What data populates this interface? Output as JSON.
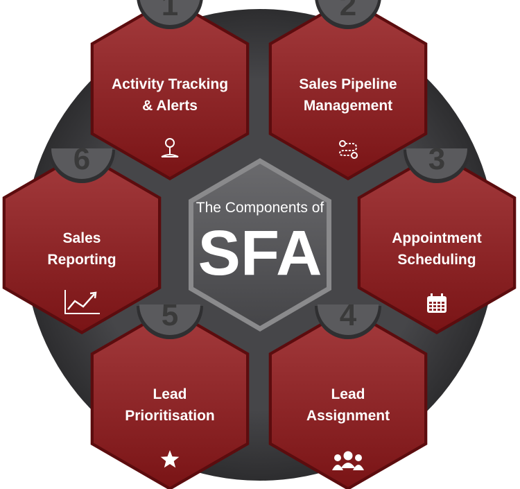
{
  "center": {
    "subtitle": "The Components of",
    "title": "SFA"
  },
  "components": [
    {
      "number": "1",
      "lines": [
        "Activity Tracking",
        "& Alerts"
      ],
      "icon": "location-pin-icon"
    },
    {
      "number": "2",
      "lines": [
        "Sales Pipeline",
        "Management"
      ],
      "icon": "route-icon"
    },
    {
      "number": "3",
      "lines": [
        "Appointment",
        "Scheduling"
      ],
      "icon": "calendar-icon"
    },
    {
      "number": "4",
      "lines": [
        "Lead",
        "Assignment"
      ],
      "icon": "team-icon"
    },
    {
      "number": "5",
      "lines": [
        "Lead",
        "Prioritisation"
      ],
      "icon": "star-icon"
    },
    {
      "number": "6",
      "lines": [
        "Sales",
        "Reporting"
      ],
      "icon": "chart-icon"
    }
  ],
  "colors": {
    "ring": "#3d3d3f",
    "hex_top": "#a43b3d",
    "hex_bottom": "#7a1416",
    "hex_border": "#6a0f12",
    "center_hex": "#5b5b5e",
    "number_tab": "#555558"
  }
}
